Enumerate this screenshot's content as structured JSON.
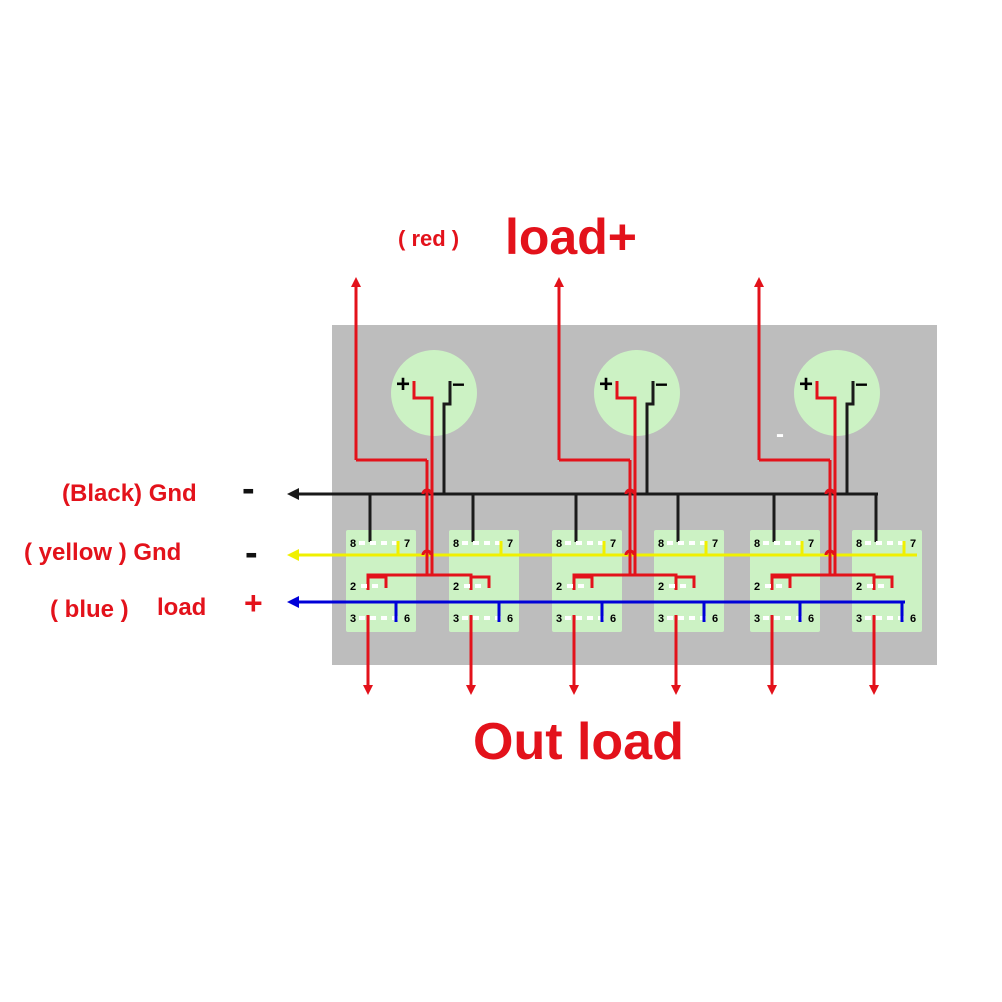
{
  "colors": {
    "panel": "#bdbdbd",
    "led": "#ccf2c4",
    "switch": "#ccf2c4",
    "red_wire": "#e3121b",
    "black_wire": "#1a1a1a",
    "yellow_wire": "#f0f000",
    "blue_wire": "#0000d8",
    "label": "#e3121b"
  },
  "labels": {
    "top_paren": "( red )",
    "top_title": "load+",
    "bottom_title": "Out load",
    "row_black_name": "(Black) Gnd",
    "row_black_sign": "-",
    "row_yellow_name": "( yellow ) Gnd",
    "row_yellow_sign": "-",
    "row_blue_paren": "( blue )",
    "row_blue_name": "load",
    "row_blue_sign": "+"
  },
  "led": {
    "plus": "+",
    "minus": "−"
  },
  "stray_minus": "-",
  "pins": {
    "p8": "8",
    "p7": "7",
    "p2": "2",
    "p3": "3",
    "p6": "6"
  },
  "switch_count": 6,
  "led_count": 3
}
